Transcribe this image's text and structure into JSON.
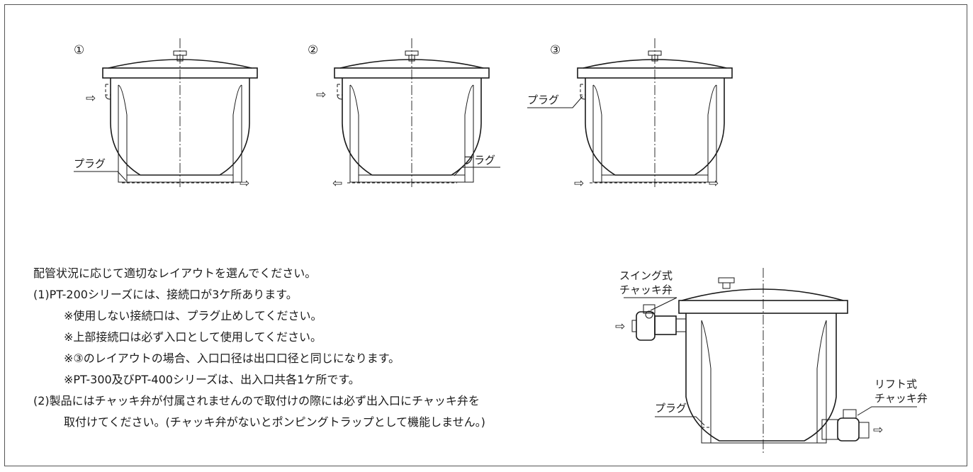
{
  "figures": [
    {
      "number": "①",
      "plug_label": "プラグ"
    },
    {
      "number": "②",
      "plug_label": "プラグ"
    },
    {
      "number": "③",
      "plug_label": "プラグ"
    }
  ],
  "detail": {
    "swing_valve_line1": "スイング式",
    "swing_valve_line2": "チャッキ弁",
    "lift_valve_line1": "リフト式",
    "lift_valve_line2": "チャッキ弁",
    "plug_label": "プラグ"
  },
  "arrows": {
    "right": "⇨",
    "left": "⇦"
  },
  "notes": [
    "配管状況に応じて適切なレイアウトを選んでください。",
    "(1)PT-200シリーズには、接続口が3ケ所あります。",
    "※使用しない接続口は、プラグ止めしてください。",
    "※上部接続口は必ず入口として使用してください。",
    "※③のレイアウトの場合、入口口径は出口口径と同じになります。",
    "※PT-300及びPT-400シリーズは、出入口共各1ケ所です。",
    "(2)製品にはチャッキ弁が付属されませんので取付けの際には必ず出入口にチャッキ弁を",
    "取付けてください。(チャッキ弁がないとポンピングトラップとして機能しません。)"
  ]
}
